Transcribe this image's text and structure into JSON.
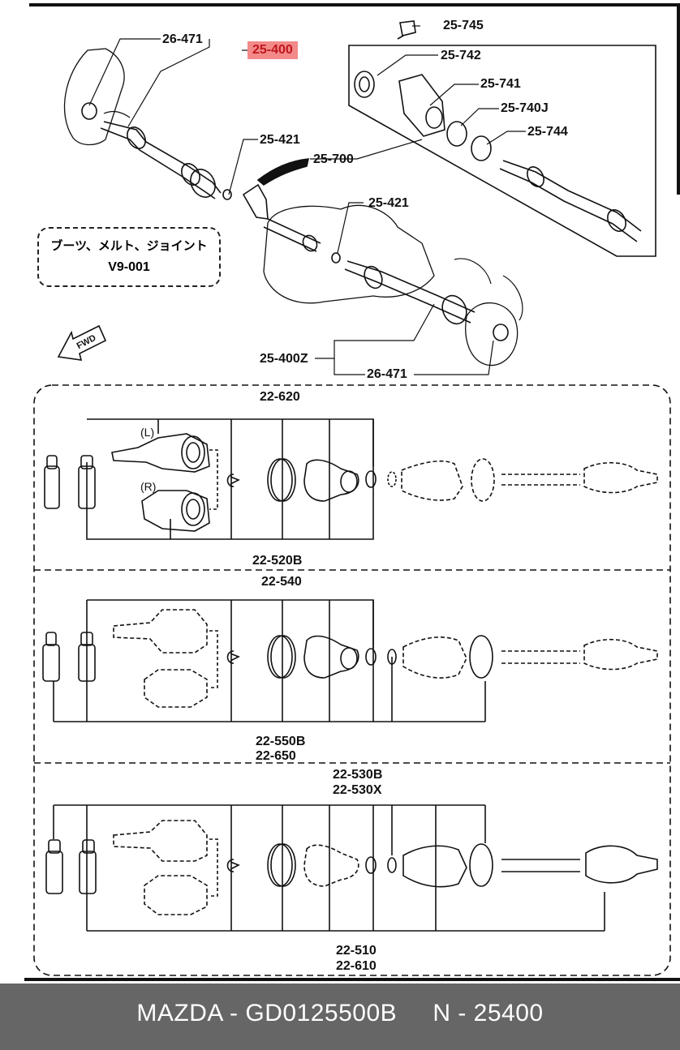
{
  "diagram": {
    "labels": {
      "hub_nut_left": "26-471",
      "driveshaft_highlight": "25-400",
      "bolt": "25-745",
      "dust_seal": "25-742",
      "bracket": "25-741",
      "bearing": "25-740J",
      "seal": "25-744",
      "clip_upper": "25-421",
      "joint_shaft_assy": "25-700",
      "clip_lower": "25-421",
      "driveshaft_right": "25-400Z",
      "hub_nut_right": "26-471"
    },
    "note": {
      "japanese": "ブーツ、メルト、ジョイント",
      "code": "V9-001"
    },
    "fwd": "FWD",
    "panel1": {
      "top_label": "22-620",
      "bottom_label": "22-520B",
      "left_mark": "(L)",
      "right_mark": "(R)"
    },
    "panel2": {
      "top_label": "22-540",
      "bottom_label_1": "22-550B",
      "bottom_label_2": "22-650"
    },
    "panel3": {
      "top_label_1": "22-530B",
      "top_label_2": "22-530X",
      "bottom_label_1": "22-510",
      "bottom_label_2": "22-610"
    }
  },
  "footer": {
    "text": "MAZDA - GD0125500B     N - 25400"
  }
}
